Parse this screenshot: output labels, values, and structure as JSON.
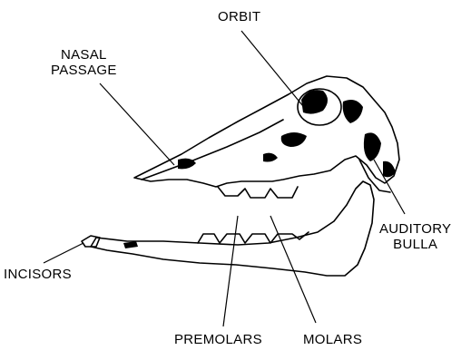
{
  "diagram": {
    "labels": {
      "orbit": "ORBIT",
      "nasal_passage": [
        "NASAL",
        "PASSAGE"
      ],
      "auditory_bulla": [
        "AUDITORY",
        "BULLA"
      ],
      "incisors": "INCISORS",
      "premolars": "PREMOLARS",
      "molars": "MOLARS"
    }
  }
}
